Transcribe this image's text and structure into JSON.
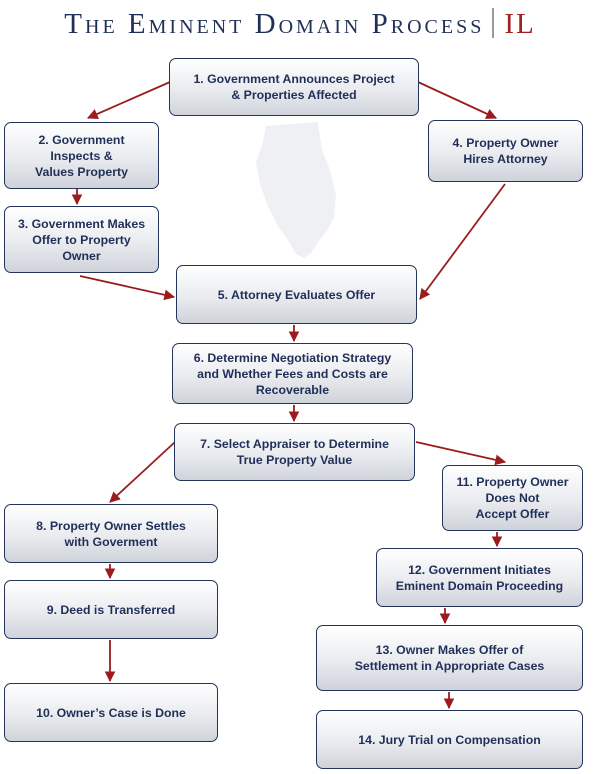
{
  "title": {
    "main": "The Eminent Domain Process",
    "state": "IL"
  },
  "steps": [
    "1. Government Announces Project\n& Properties Affected",
    "2. Government\nInspects &\nValues Property",
    "3. Government Makes\nOffer to Property\nOwner",
    "4. Property Owner\nHires Attorney",
    "5. Attorney Evaluates Offer",
    "6. Determine Negotiation Strategy\nand Whether Fees and Costs are\nRecoverable",
    "7. Select Appraiser to Determine\nTrue Property Value",
    "8. Property Owner Settles\nwith Goverment",
    "9. Deed is Transferred",
    "10. Owner’s Case is Done",
    "11. Property Owner\nDoes Not\nAccept Offer",
    "12. Government Initiates\nEminent Domain Proceeding",
    "13. Owner Makes Offer of\nSettlement in Appropriate Cases",
    "14. Jury Trial on Compensation"
  ],
  "colors": {
    "navy": "#1f2f57",
    "arrow": "#9b1c1f",
    "map": "#eef0f3"
  }
}
